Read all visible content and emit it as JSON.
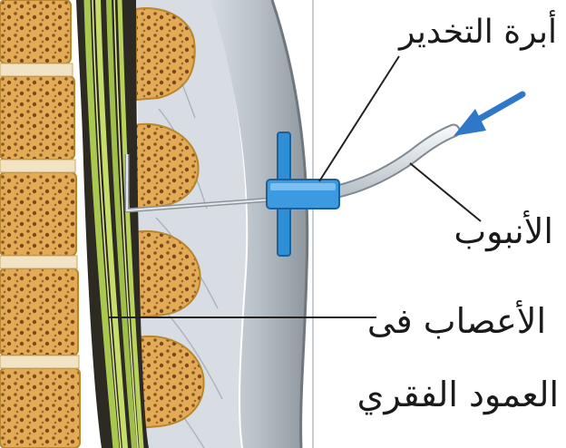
{
  "labels": {
    "needle": "أبرة التخدير",
    "tube": "الأنبوب",
    "nerves_line1": "الأعصاب فى",
    "nerves_line2": "العمود الفقري"
  },
  "colors": {
    "bone": "#d9a04a",
    "bone_pore": "#7a4a1e",
    "nerves": "#9fbf4a",
    "needle_hub": "#2f8fd6",
    "arrow": "#2f78c8",
    "tissue": "#cfd6dc",
    "text": "#1a1a1a"
  },
  "icons": {
    "arrow": "arrow-icon"
  }
}
